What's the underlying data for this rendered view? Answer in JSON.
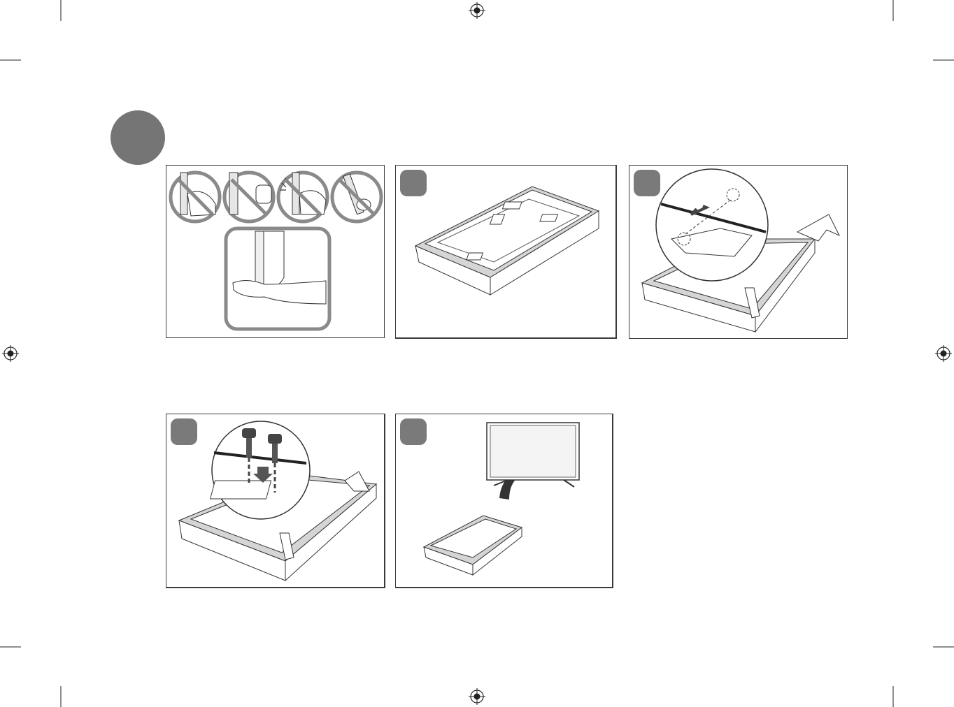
{
  "page": {
    "section_marker": "",
    "crop_marks": "registration-crosshair-icon"
  },
  "steps": [
    {
      "id": "warnings",
      "badge": "",
      "illustration": "handling-warnings"
    },
    {
      "id": "step-1",
      "badge": "",
      "illustration": "tv-face-down-on-box"
    },
    {
      "id": "step-2",
      "badge": "",
      "illustration": "attach-stand-legs"
    },
    {
      "id": "step-3",
      "badge": "",
      "illustration": "fasten-screws"
    },
    {
      "id": "step-4",
      "badge": "",
      "illustration": "lift-tv-upright"
    }
  ],
  "colors": {
    "badge": "#7a7a7a",
    "section_circle": "#757575",
    "prohibition": "#8a8a8a",
    "line": "#333333",
    "fill_gray": "#cfcfcf"
  }
}
